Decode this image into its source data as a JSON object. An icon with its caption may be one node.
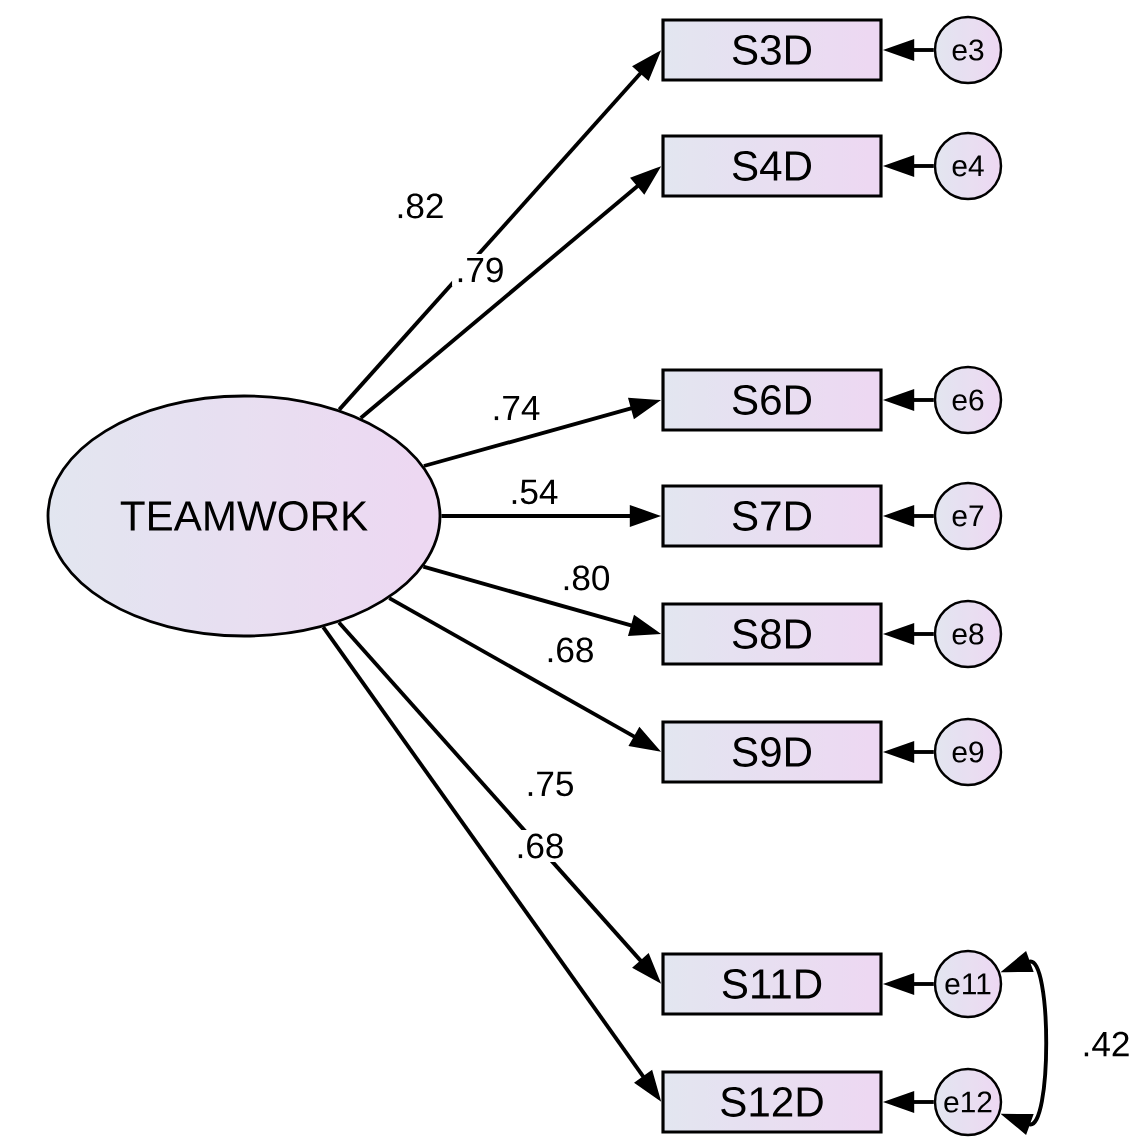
{
  "diagram": {
    "nodes": [
      {
        "text": [
          "TEAMWORK"
        ]
      },
      {
        "text": [
          "S3D"
        ]
      },
      {
        "text": [
          "S4D"
        ]
      },
      {
        "text": [
          "S6D"
        ]
      },
      {
        "text": [
          "S7D"
        ]
      },
      {
        "text": [
          "S8D"
        ]
      },
      {
        "text": [
          "S9D"
        ]
      },
      {
        "text": [
          "S11D"
        ]
      },
      {
        "text": [
          "S12D"
        ]
      },
      {
        "text": [
          "e3"
        ]
      },
      {
        "text": [
          "e4"
        ]
      },
      {
        "text": [
          "e6"
        ]
      },
      {
        "text": [
          "e7"
        ]
      },
      {
        "text": [
          "e8"
        ]
      },
      {
        "text": [
          "e9"
        ]
      },
      {
        "text": [
          "e11"
        ]
      },
      {
        "text": [
          "e12"
        ]
      }
    ],
    "edges": [
      {
        "from": 0,
        "to": 1,
        "arrow": "to",
        "label": ".82"
      },
      {
        "from": 0,
        "to": 2,
        "arrow": "to",
        "label": ".79"
      },
      {
        "from": 0,
        "to": 3,
        "arrow": "to",
        "label": ".74"
      },
      {
        "from": 0,
        "to": 4,
        "arrow": "to",
        "label": ".54"
      },
      {
        "from": 0,
        "to": 5,
        "arrow": "to",
        "label": ".80"
      },
      {
        "from": 0,
        "to": 6,
        "arrow": "to",
        "label": ".68"
      },
      {
        "from": 0,
        "to": 7,
        "arrow": "to",
        "label": ".75"
      },
      {
        "from": 0,
        "to": 8,
        "arrow": "to",
        "label": ".68"
      },
      {
        "from": 9,
        "to": 1,
        "arrow": "to"
      },
      {
        "from": 10,
        "to": 2,
        "arrow": "to"
      },
      {
        "from": 11,
        "to": 3,
        "arrow": "to"
      },
      {
        "from": 12,
        "to": 4,
        "arrow": "to"
      },
      {
        "from": 13,
        "to": 5,
        "arrow": "to"
      },
      {
        "from": 14,
        "to": 6,
        "arrow": "to"
      },
      {
        "from": 15,
        "to": 7,
        "arrow": "to"
      },
      {
        "from": 16,
        "to": 8,
        "arrow": "to"
      },
      {
        "from": 15,
        "to": 16,
        "arrow": "both",
        "label": ".42"
      }
    ]
  }
}
